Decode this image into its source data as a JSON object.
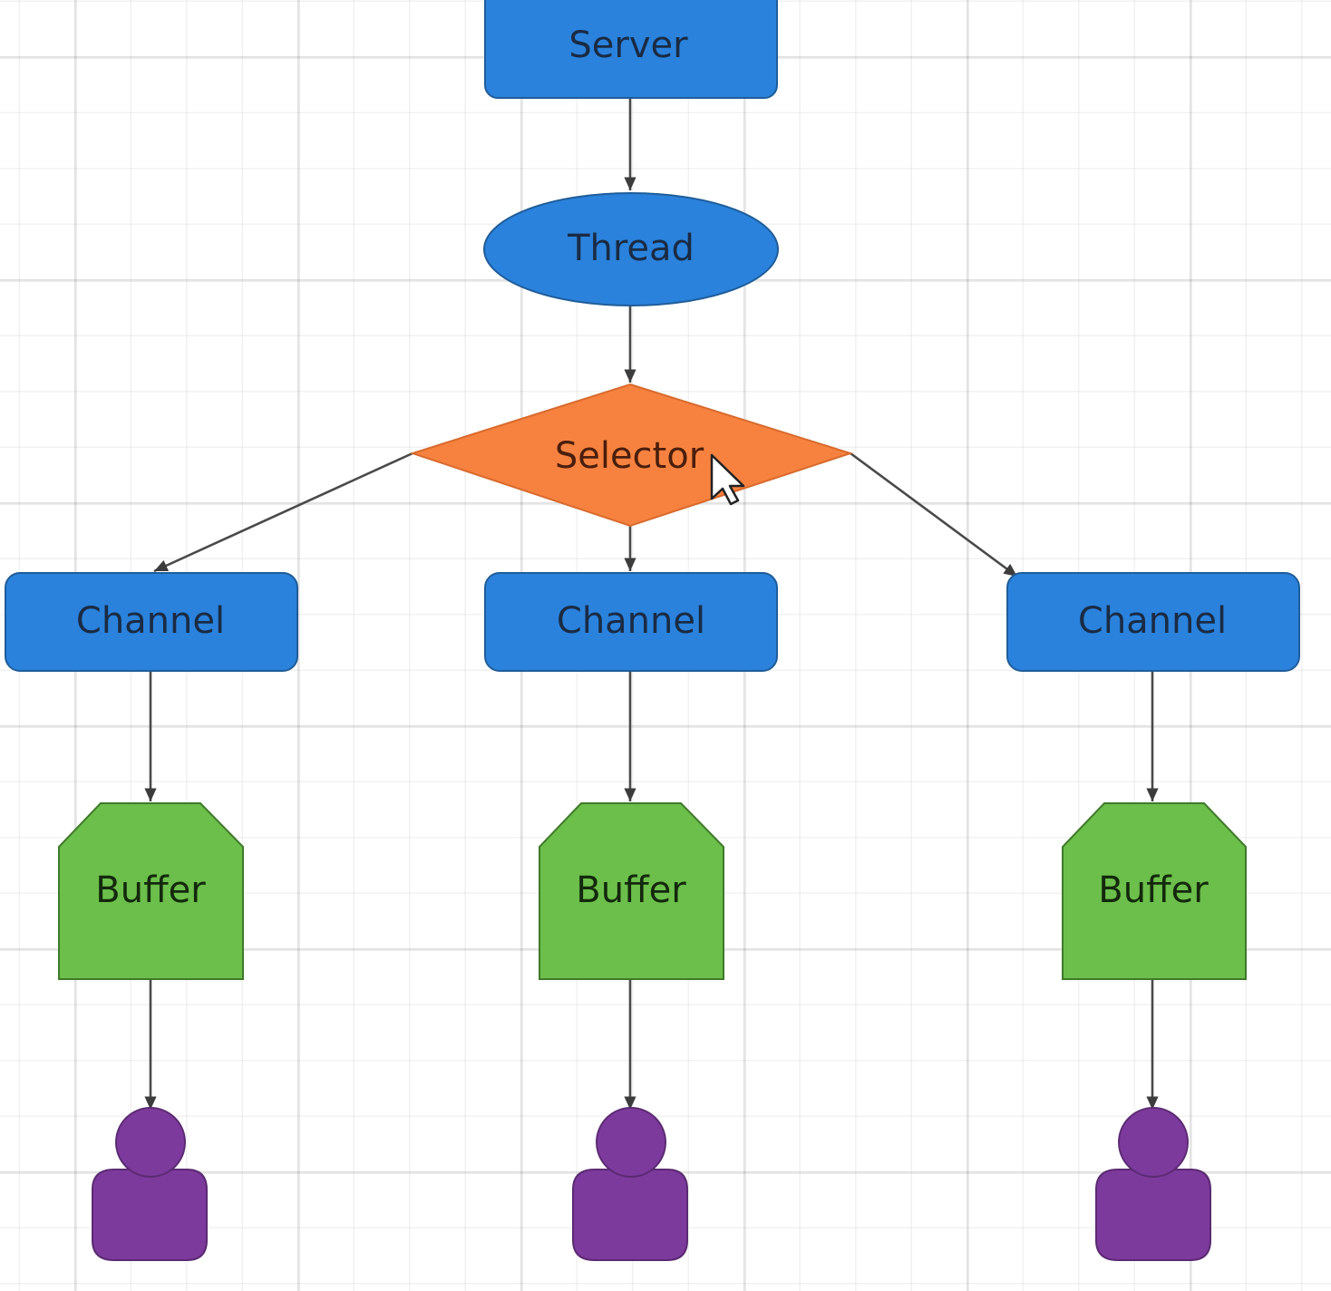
{
  "diagram": {
    "nodes": {
      "server": {
        "label": "Server",
        "shape": "rounded-rect",
        "fill": "#2a82dc",
        "text_color": "#1a2b44"
      },
      "thread": {
        "label": "Thread",
        "shape": "ellipse",
        "fill": "#2a82dc",
        "text_color": "#1a2b44"
      },
      "selector": {
        "label": "Selector",
        "shape": "diamond",
        "fill": "#f7823f",
        "text_color": "#4a1e0c"
      },
      "channel_left": {
        "label": "Channel",
        "shape": "rounded-rect",
        "fill": "#2a82dc",
        "text_color": "#1a2b44"
      },
      "channel_center": {
        "label": "Channel",
        "shape": "rounded-rect",
        "fill": "#2a82dc",
        "text_color": "#1a2b44"
      },
      "channel_right": {
        "label": "Channel",
        "shape": "rounded-rect",
        "fill": "#2a82dc",
        "text_color": "#1a2b44"
      },
      "buffer_left": {
        "label": "Buffer",
        "shape": "octagon-tag",
        "fill": "#6bbf4a",
        "text_color": "#14280c"
      },
      "buffer_center": {
        "label": "Buffer",
        "shape": "octagon-tag",
        "fill": "#6bbf4a",
        "text_color": "#14280c"
      },
      "buffer_right": {
        "label": "Buffer",
        "shape": "octagon-tag",
        "fill": "#6bbf4a",
        "text_color": "#14280c"
      },
      "user_left": {
        "label": "",
        "shape": "person-icon",
        "fill": "#7d3a9d"
      },
      "user_center": {
        "label": "",
        "shape": "person-icon",
        "fill": "#7d3a9d"
      },
      "user_right": {
        "label": "",
        "shape": "person-icon",
        "fill": "#7d3a9d"
      }
    },
    "edges": [
      {
        "from": "server",
        "to": "thread"
      },
      {
        "from": "thread",
        "to": "selector"
      },
      {
        "from": "selector",
        "to": "channel_left"
      },
      {
        "from": "selector",
        "to": "channel_center"
      },
      {
        "from": "selector",
        "to": "channel_right"
      },
      {
        "from": "channel_left",
        "to": "buffer_left"
      },
      {
        "from": "channel_center",
        "to": "buffer_center"
      },
      {
        "from": "channel_right",
        "to": "buffer_right"
      },
      {
        "from": "buffer_left",
        "to": "user_left"
      },
      {
        "from": "buffer_center",
        "to": "user_center"
      },
      {
        "from": "buffer_right",
        "to": "user_right"
      }
    ],
    "colors": {
      "edge": "#4a4a4a",
      "node_stroke_blue": "#1f5d99",
      "node_stroke_orange": "#d86a2c",
      "node_stroke_green": "#3f7a2a",
      "node_stroke_purple": "#5b2a72",
      "grid": "#e6e6e6"
    },
    "cursor": {
      "icon": "mouse-pointer-icon"
    }
  }
}
